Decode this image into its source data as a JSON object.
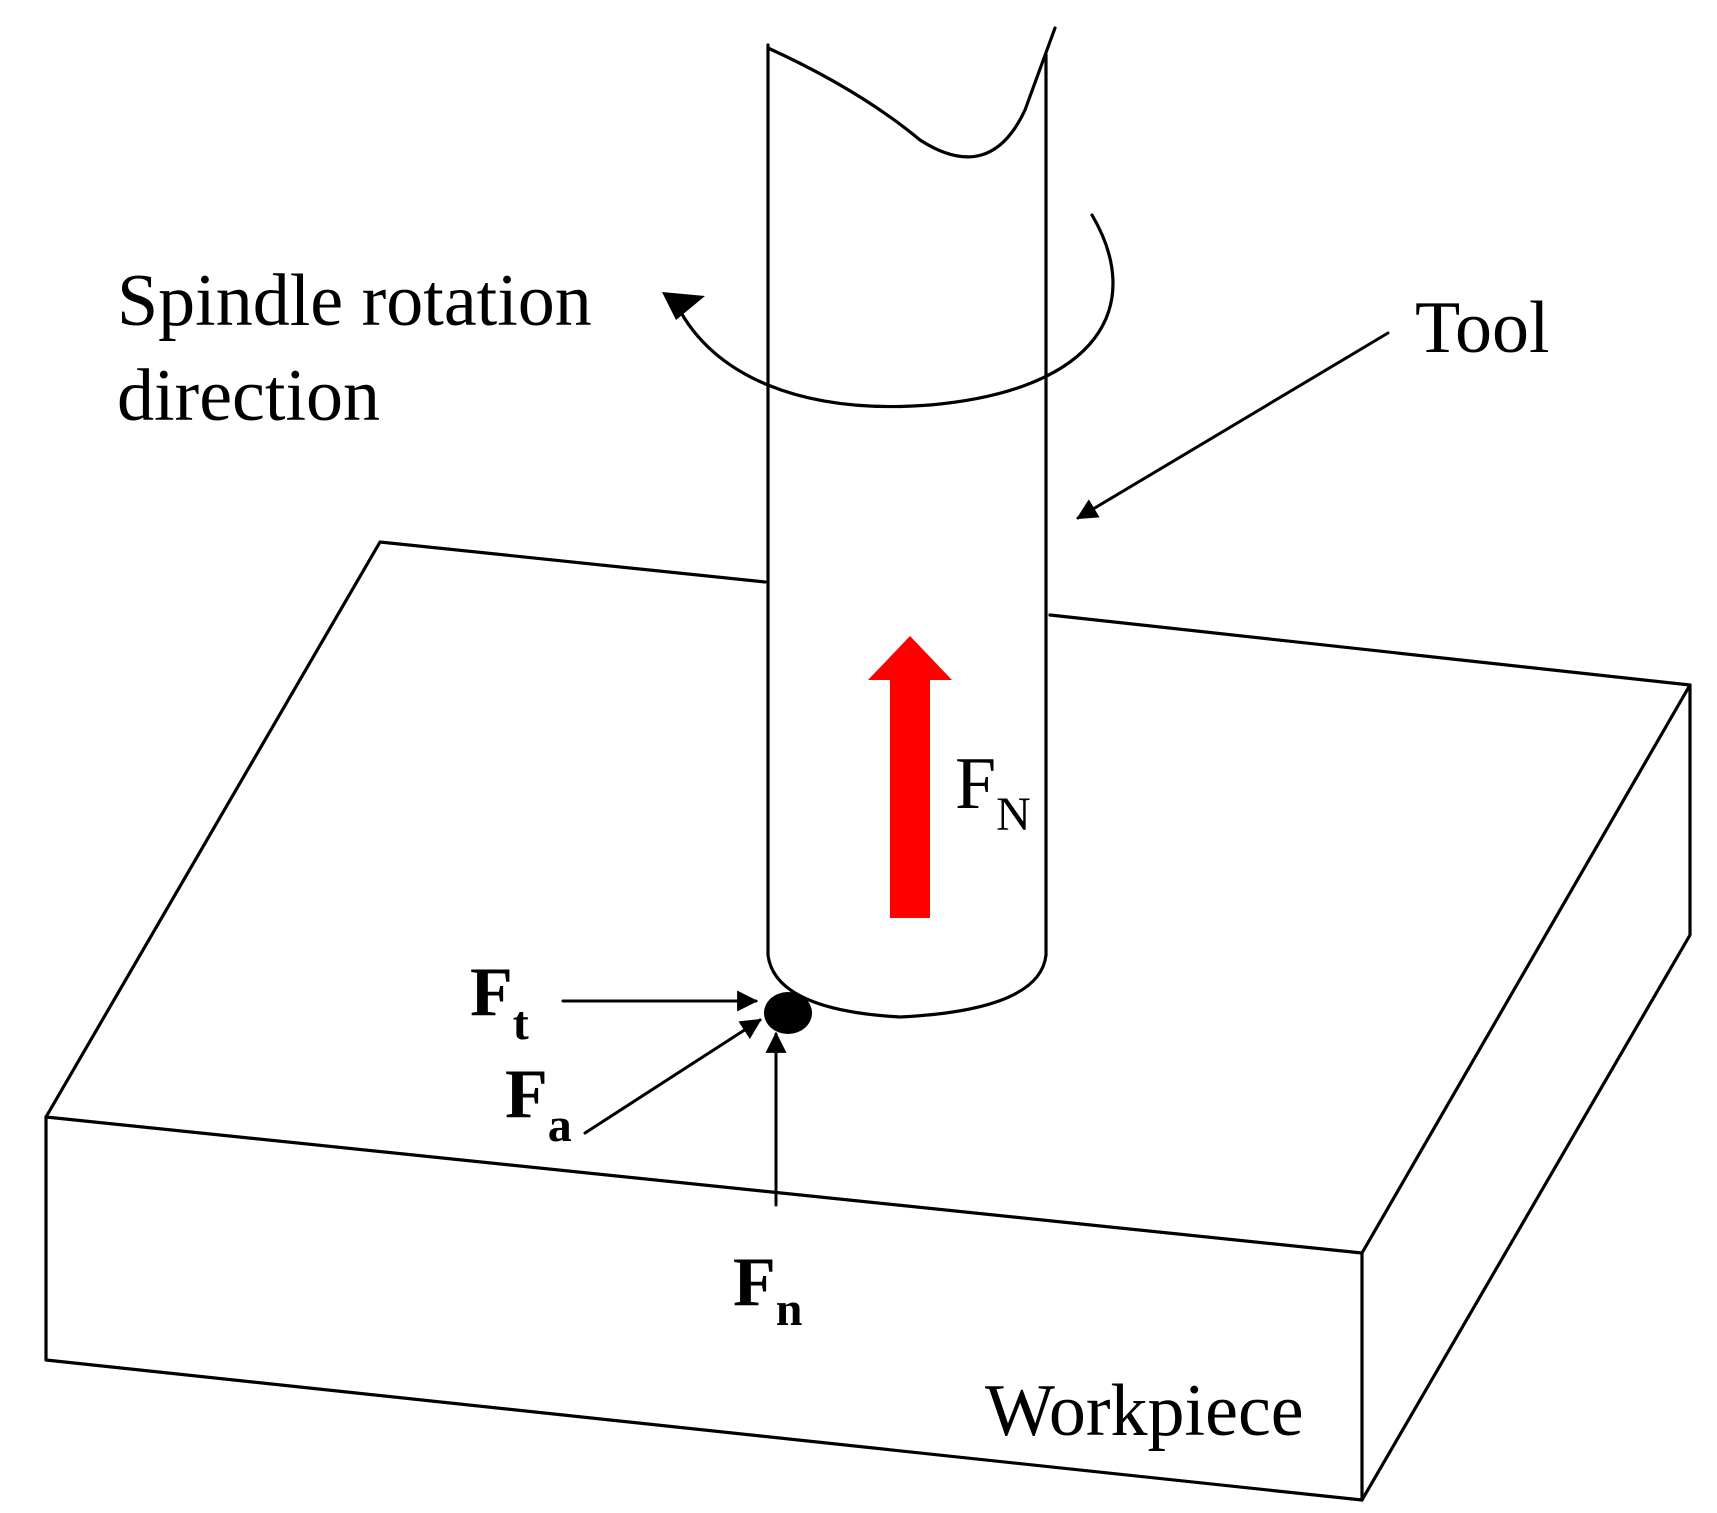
{
  "labels": {
    "spindle_line1": "Spindle rotation",
    "spindle_line2": "direction",
    "tool": "Tool",
    "workpiece": "Workpiece"
  },
  "forces": {
    "big": {
      "main": "F",
      "sub": "N"
    },
    "tangential": {
      "main": "F",
      "sub": "t"
    },
    "axial": {
      "main": "F",
      "sub": "a"
    },
    "normal": {
      "main": "F",
      "sub": "n"
    }
  },
  "colors": {
    "line": "#000000",
    "force_arrow": "#ff0000",
    "background": "#ffffff"
  }
}
